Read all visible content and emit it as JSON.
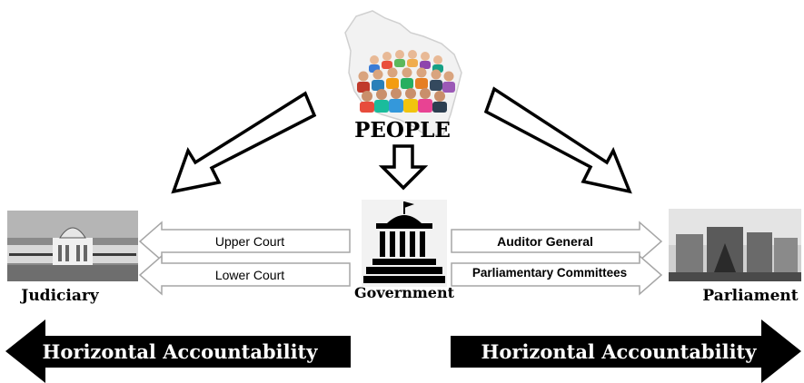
{
  "center": {
    "people_label": "PEOPLE",
    "government_label": "Government"
  },
  "left": {
    "title": "Judiciary",
    "items": [
      "Upper Court",
      "Lower Court"
    ]
  },
  "right": {
    "title": "Parliament",
    "items": [
      "Auditor General",
      "Parliamentary Committees"
    ]
  },
  "banners": {
    "left_text": "Horizontal Accountability",
    "right_text": "Horizontal Accountability"
  },
  "colors": {
    "banner": "#000000",
    "arrow_stroke": "#000000",
    "small_arrow_stroke": "#a6a6a6"
  }
}
